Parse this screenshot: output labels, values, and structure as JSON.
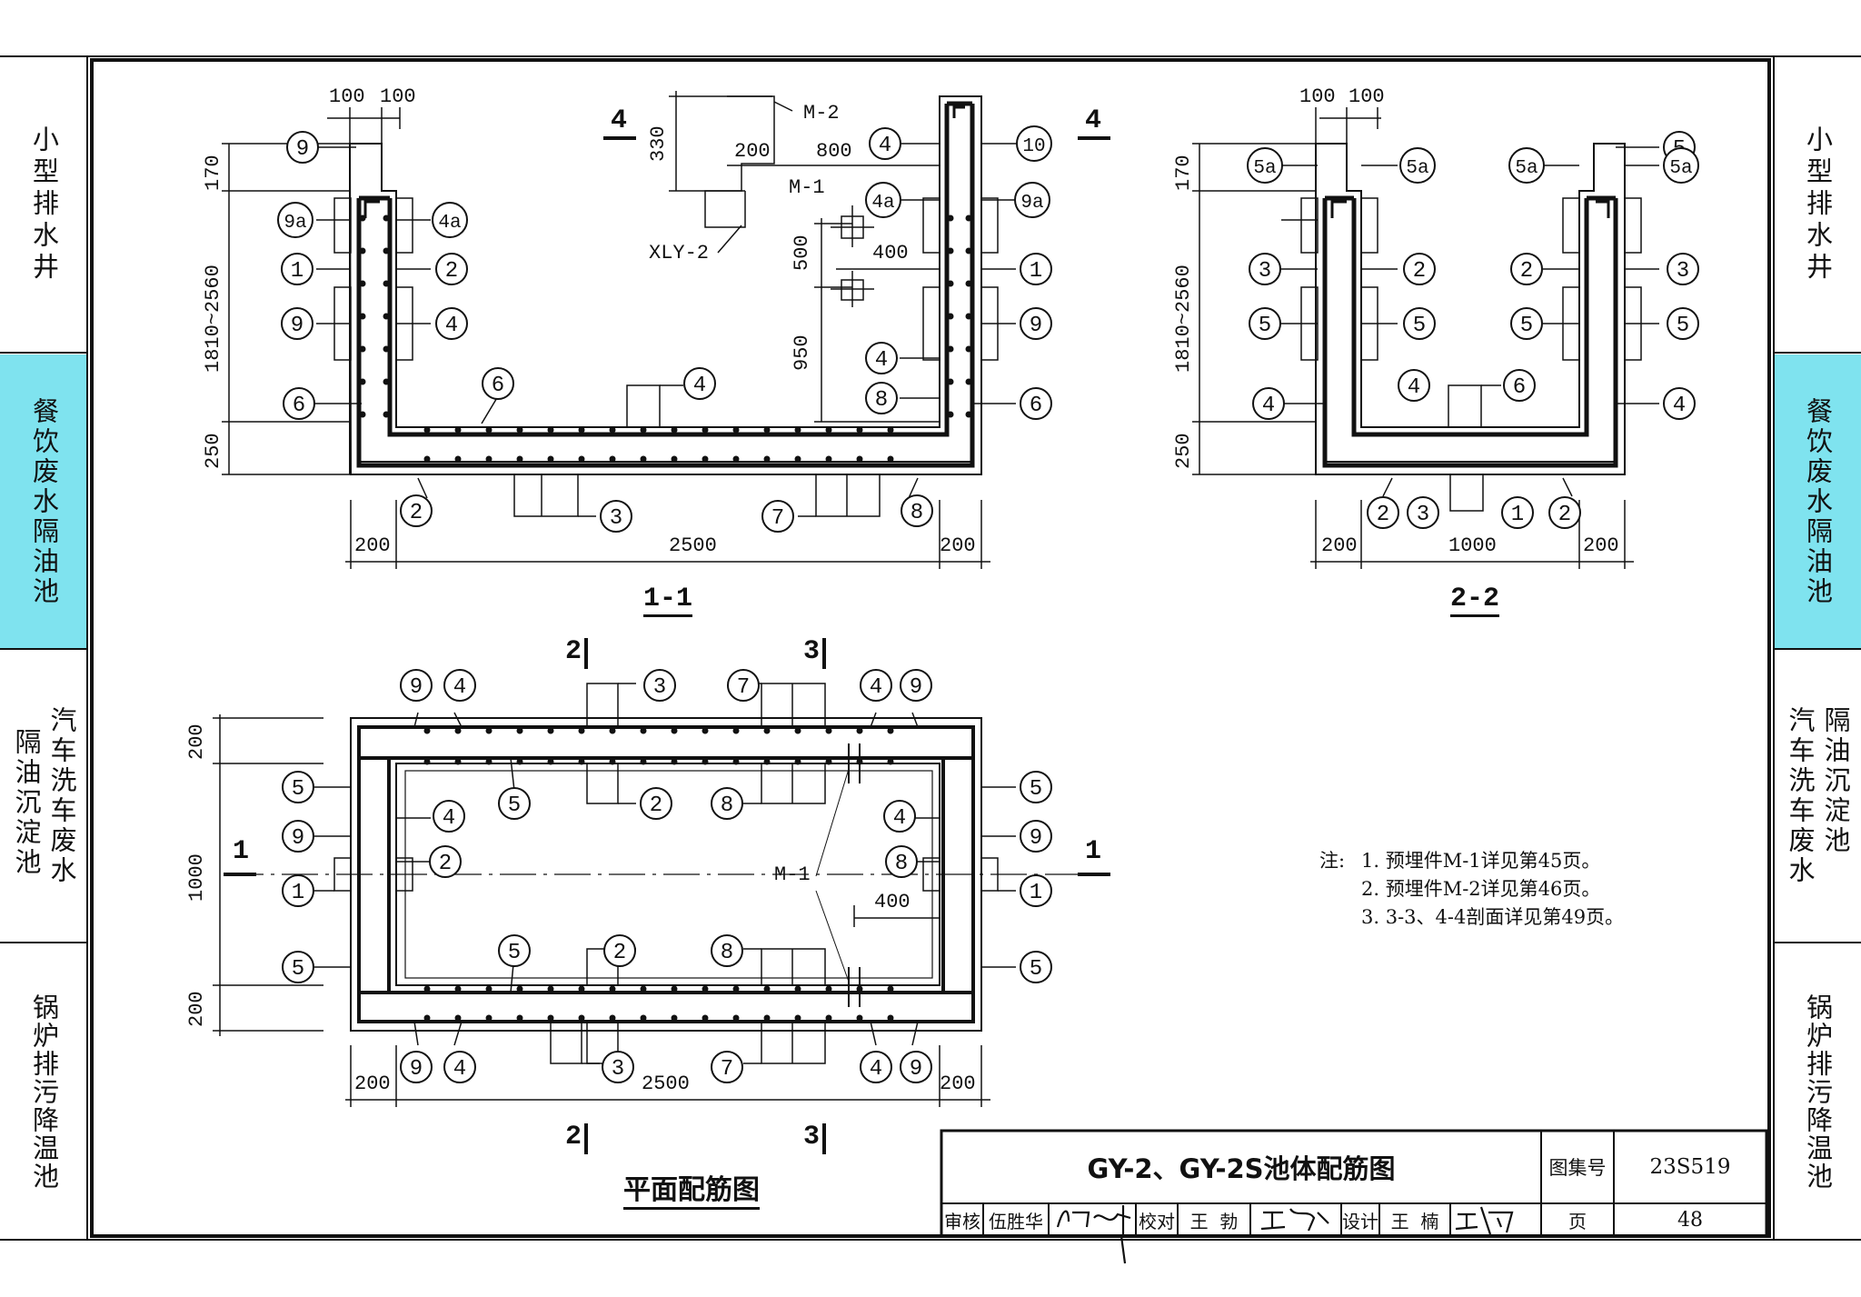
{
  "side_tabs": {
    "tab1": "小型排水井",
    "tab2": "餐饮废水隔油池",
    "tab3a": "汽车洗车废水",
    "tab3b": "隔油沉淀池",
    "tab4": "锅炉排污降温池"
  },
  "section_1_1": {
    "title": "1-1",
    "dims": {
      "d100a": "100",
      "d100b": "100",
      "d170": "170",
      "d1810": "1810~2560",
      "d250": "250",
      "d200l": "200",
      "d2500": "2500",
      "d200r": "200",
      "d330": "330",
      "d200t": "200",
      "d800": "800",
      "d500": "500",
      "d400": "400",
      "d950": "950"
    },
    "labels": {
      "m2": "M-2",
      "m1": "M-1",
      "xly": "XLY-2",
      "cut4": "4"
    }
  },
  "section_2_2": {
    "title": "2-2",
    "dims": {
      "d100a": "100",
      "d100b": "100",
      "d170": "170",
      "d1810": "1810~2560",
      "d250": "250",
      "d200l": "200",
      "d1000": "1000",
      "d200r": "200"
    }
  },
  "plan": {
    "title": "平面配筋图",
    "dims": {
      "d200t": "200",
      "d1000": "1000",
      "d200b": "200",
      "d200l": "200",
      "d2500": "2500",
      "d200r": "200",
      "d400": "400"
    },
    "labels": {
      "m1": "M-1",
      "cut1": "1",
      "cut2": "2",
      "cut3": "3"
    }
  },
  "notes": {
    "head": "注:",
    "n1": "1.  预埋件M-1详见第45页。",
    "n2": "2.  预埋件M-2详见第46页。",
    "n3": "3.  3-3、4-4剖面详见第49页。"
  },
  "title_block": {
    "title": "GY-2、GY-2S池体配筋图",
    "atlas_label": "图集号",
    "atlas_no": "23S519",
    "review_label": "审核",
    "reviewer": "伍胜华",
    "check_label": "校对",
    "checker": "王  勃",
    "design_label": "设计",
    "designer": "王  楠",
    "page_label": "页",
    "page_no": "48"
  }
}
